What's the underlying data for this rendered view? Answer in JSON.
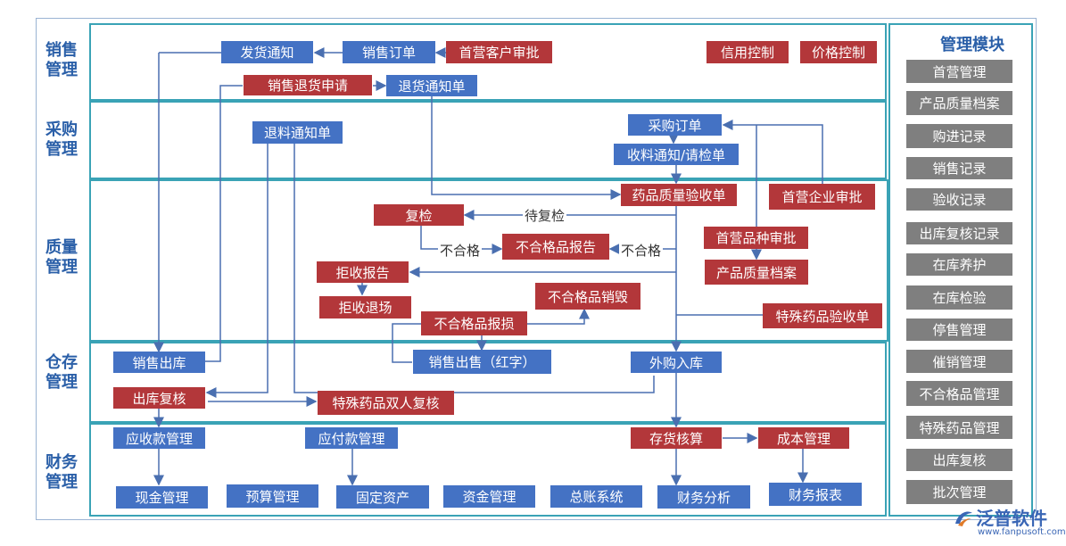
{
  "lanes": [
    "销售\n管理",
    "采购\n管理",
    "质量\n管理",
    "仓存\n管理",
    "财务\n管理"
  ],
  "side": {
    "title": "管理模块",
    "items": [
      "首营管理",
      "产品质量档案",
      "购进记录",
      "销售记录",
      "验收记录",
      "出库复核记录",
      "在库养护",
      "在库检验",
      "停售管理",
      "催销管理",
      "不合格品管理",
      "特殊药品管理",
      "出库复核",
      "批次管理"
    ]
  },
  "nodes": {
    "fahuo": "发货通知",
    "xiaoshou_dingdan": "销售订单",
    "shouying_kehu": "首营客户审批",
    "xinyong": "信用控制",
    "jiage": "价格控制",
    "tuihuo_shenqing": "销售退货申请",
    "tuihuo_tongzhi": "退货通知单",
    "tuiliao": "退料通知单",
    "caigou_dingdan": "采购订单",
    "shouliao": "收料通知/请检单",
    "yanshou": "药品质量验收单",
    "shouying_qiye": "首营企业审批",
    "fujian": "复检",
    "buhege_baogao": "不合格品报告",
    "shouying_pinzhong": "首营品种审批",
    "chanpin_dangan": "产品质量档案",
    "jushou_baogao": "拒收报告",
    "jushou_tuichang": "拒收退场",
    "buhege_xiaohui": "不合格品销毁",
    "buhege_baosun": "不合格品报损",
    "teshu_yanshou": "特殊药品验收单",
    "xiaoshou_chuku": "销售出库",
    "hongzi": "销售出售（红字）",
    "waigou_ruku": "外购入库",
    "chuku_fuhe": "出库复核",
    "shuangren_fuhe": "特殊药品双人复核",
    "yingshou": "应收款管理",
    "yingfu": "应付款管理",
    "cunhuo": "存货核算",
    "chengben": "成本管理",
    "xianjin": "现金管理",
    "yusuan": "预算管理",
    "guding": "固定资产",
    "zijin": "资金管理",
    "zongzhang": "总账系统",
    "caiwu_fenxi": "财务分析",
    "caiwu_baobiao": "财务报表"
  },
  "edge_labels": {
    "daifujian": "待复检",
    "buhege1": "不合格",
    "buhege2": "不合格"
  },
  "logo": {
    "name": "泛普软件",
    "url": "www.fanpusoft.com"
  },
  "colors": {
    "blue": "#4472c4",
    "red": "#b3373a",
    "gray": "#7f7f7f",
    "lane_border": "#3aa3b6",
    "label": "#2a5fa8"
  }
}
